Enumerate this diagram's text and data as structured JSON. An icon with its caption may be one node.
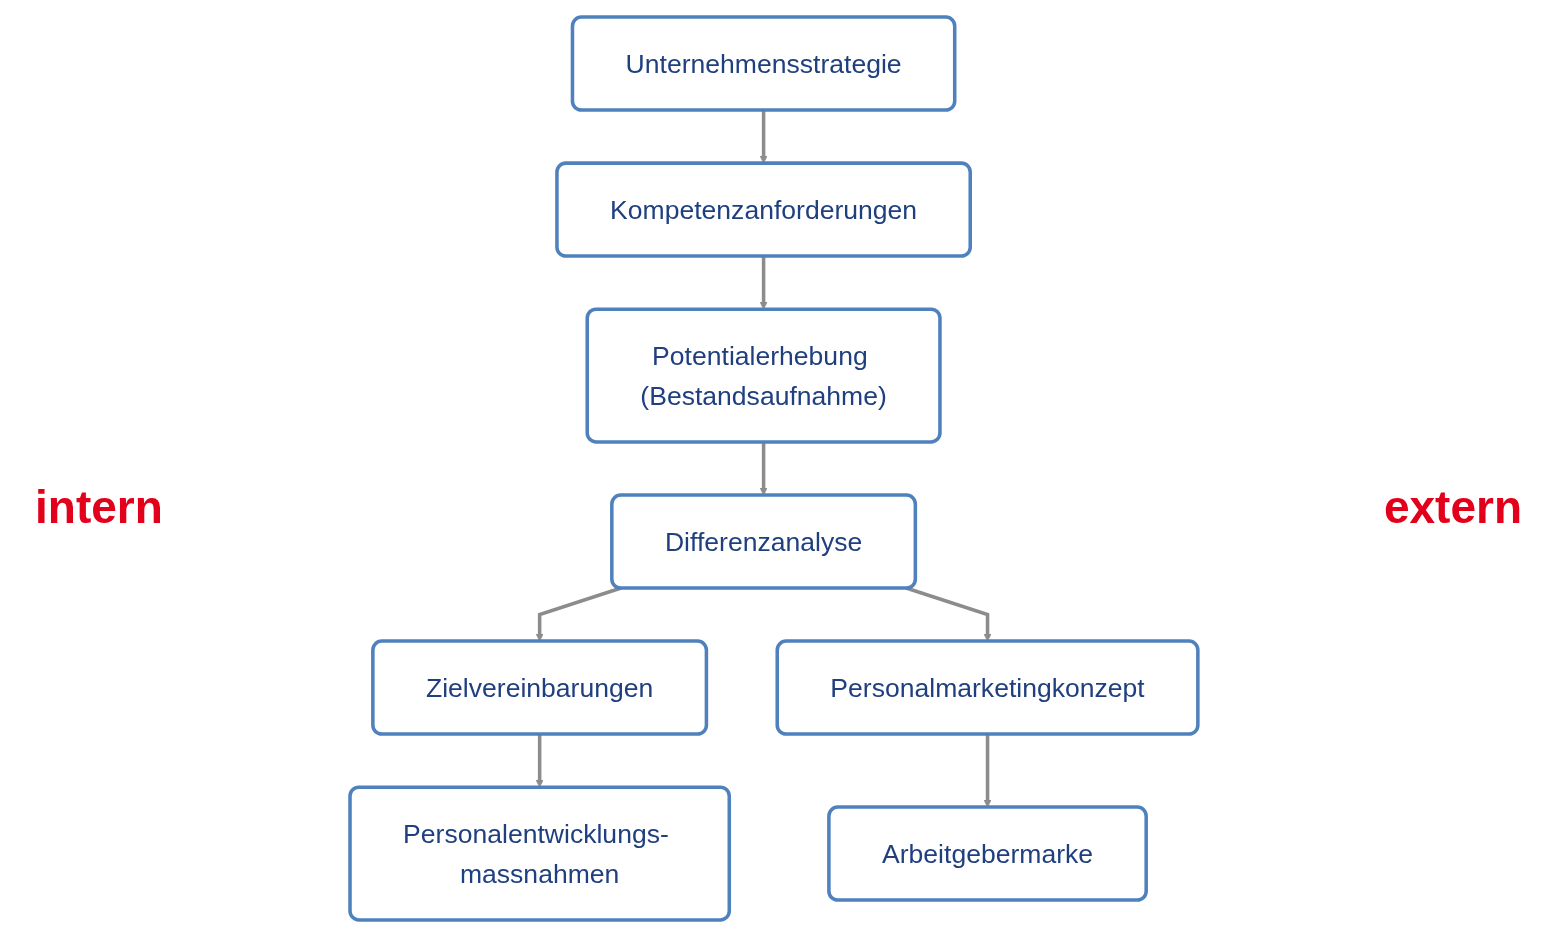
{
  "diagram": {
    "nodes": [
      {
        "text": [
          "Unternehmensstrategie"
        ]
      },
      {
        "text": [
          "Kompetenzanforderungen"
        ]
      },
      {
        "text": [
          "Differenzanalyse"
        ]
      },
      {
        "text": [
          "Potentialerhebung (Bestandsaufnahme)"
        ]
      },
      {
        "text": [
          "Zielvereinbarungen"
        ]
      },
      {
        "text": [
          "Personalmarketingkonzept"
        ]
      },
      {
        "text": [
          "Personalentwicklungs- massnahmen"
        ]
      },
      {
        "text": [
          "Arbeitgebermarke"
        ]
      }
    ],
    "edges": [
      {
        "from": 0,
        "to": 1,
        "arrow": "to"
      },
      {
        "from": 1,
        "to": 3,
        "arrow": "to"
      },
      {
        "from": 3,
        "to": 2,
        "arrow": "to"
      },
      {
        "from": 2,
        "to": 4,
        "arrow": "to"
      },
      {
        "from": 2,
        "to": 5,
        "arrow": "to"
      },
      {
        "from": 4,
        "to": 6,
        "arrow": "to"
      },
      {
        "from": 5,
        "to": 7,
        "arrow": "to"
      }
    ],
    "labels": [
      "intern",
      "extern"
    ]
  }
}
